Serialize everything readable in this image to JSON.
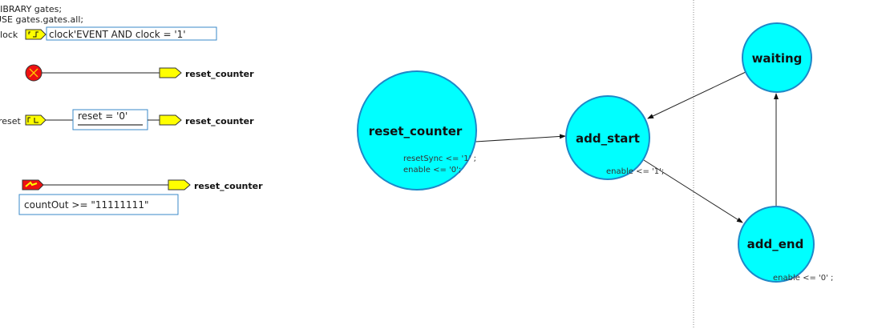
{
  "header_lines": [
    "LIBRARY gates;",
    "USE gates.gates.all;"
  ],
  "clock": {
    "signal": "clock",
    "condition": "clock'EVENT AND clock = '1'"
  },
  "async_reset": {
    "target": "reset_counter"
  },
  "reset_trigger": {
    "signal": "reset",
    "condition": "reset = '0'",
    "target": "reset_counter"
  },
  "count_trigger": {
    "condition": "countOut >= \"11111111\"",
    "target": "reset_counter"
  },
  "states": {
    "reset_counter": {
      "name": "reset_counter",
      "actions": [
        "resetSync <= '1' ;",
        "enable <= '0';"
      ]
    },
    "add_start": {
      "name": "add_start",
      "actions": [
        "enable <= '1';"
      ]
    },
    "waiting": {
      "name": "waiting"
    },
    "add_end": {
      "name": "add_end",
      "actions": [
        "enable <= '0' ;"
      ]
    }
  },
  "colors": {
    "state_fill": "#00ffff",
    "state_border": "#1e88c8",
    "port_fill": "#ffff00",
    "reset_icon": "#ee1111"
  }
}
